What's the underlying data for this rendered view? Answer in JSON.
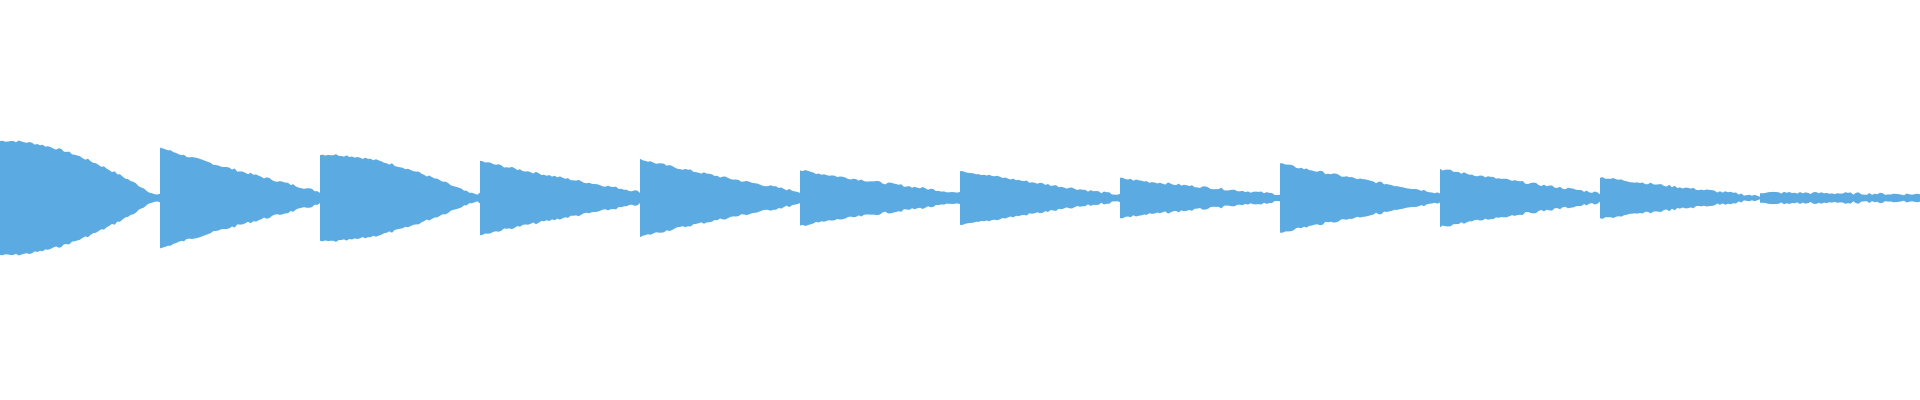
{
  "waveform": {
    "color": "#5CAAE2",
    "segments": [
      {
        "peak": 1.0,
        "end": 0.05,
        "shape": "swell"
      },
      {
        "peak": 0.82,
        "end": 0.1,
        "shape": "decay"
      },
      {
        "peak": 0.76,
        "end": 0.07,
        "shape": "swell"
      },
      {
        "peak": 0.6,
        "end": 0.1,
        "shape": "decay"
      },
      {
        "peak": 0.63,
        "end": 0.1,
        "shape": "decay"
      },
      {
        "peak": 0.45,
        "end": 0.08,
        "shape": "decay"
      },
      {
        "peak": 0.45,
        "end": 0.05,
        "shape": "decay"
      },
      {
        "peak": 0.32,
        "end": 0.06,
        "shape": "decay"
      },
      {
        "peak": 0.56,
        "end": 0.08,
        "shape": "decay"
      },
      {
        "peak": 0.47,
        "end": 0.08,
        "shape": "decay"
      },
      {
        "peak": 0.34,
        "end": 0.03,
        "shape": "decay"
      },
      {
        "peak": 0.09,
        "end": 0.06,
        "shape": "flat"
      }
    ]
  }
}
